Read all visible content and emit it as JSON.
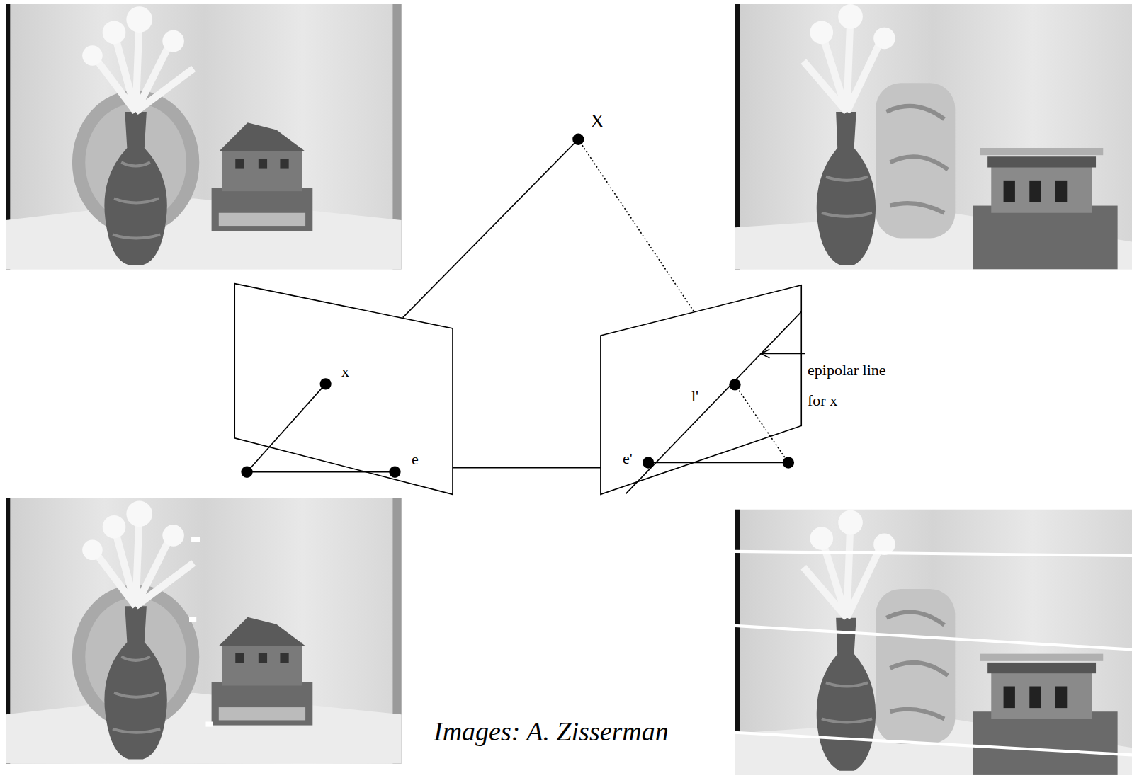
{
  "diagram": {
    "labels": [
      "X",
      "x",
      "e",
      "e'",
      "l'",
      "epipolar line for x",
      "Images: A. Zisserman"
    ]
  }
}
